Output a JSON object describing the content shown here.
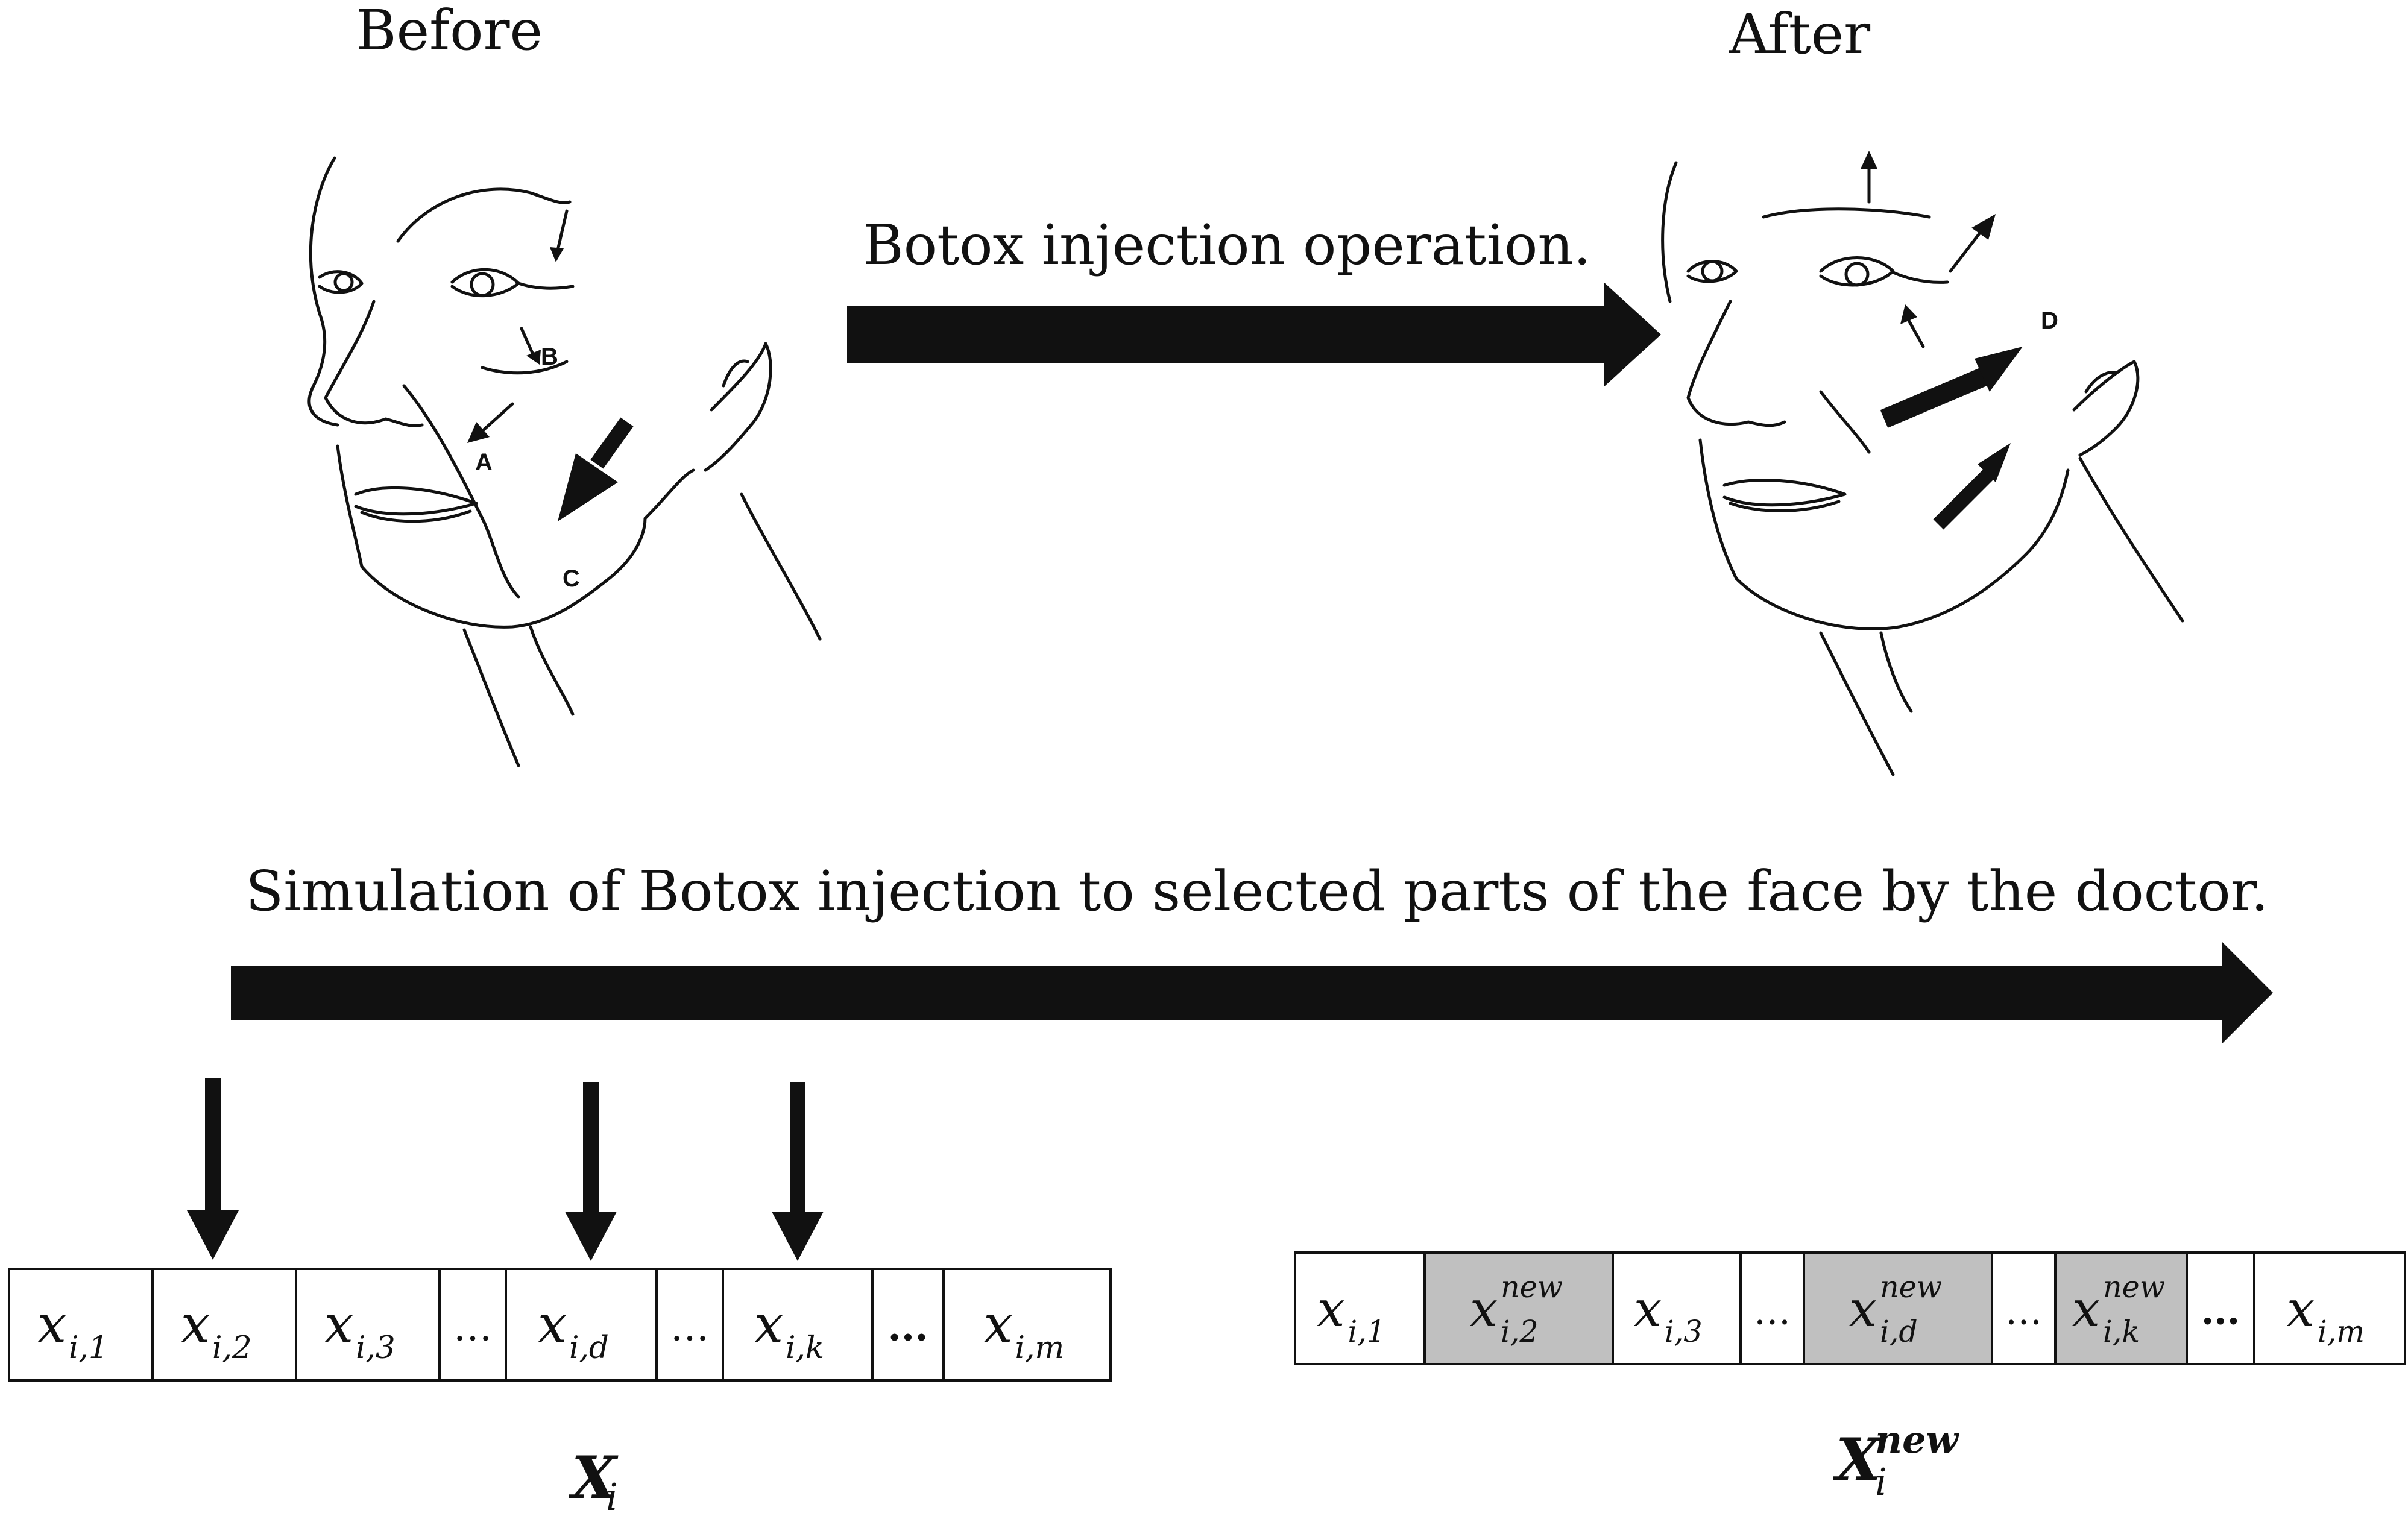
{
  "before_label": "Before",
  "after_label": "After",
  "injection_caption": "Botox injection operation.",
  "simulation_caption": "Simulation of Botox injection to selected parts of the face by the doctor.",
  "colors": {
    "ink": "#111111",
    "highlight": "#c0c0c0",
    "background": "#ffffff"
  },
  "face_marks_before": [
    "A",
    "B",
    "C"
  ],
  "face_marks_after": [
    "D"
  ],
  "vector_before": {
    "label_main": "X",
    "label_sub": "i",
    "cells": [
      {
        "base": "x",
        "sub": "i,1"
      },
      {
        "base": "x",
        "sub": "i,2"
      },
      {
        "base": "x",
        "sub": "i,3"
      },
      {
        "base": "…",
        "sub": ""
      },
      {
        "base": "x",
        "sub": "i,d"
      },
      {
        "base": "…",
        "sub": ""
      },
      {
        "base": "x",
        "sub": "i,k"
      },
      {
        "base": "...",
        "sub": ""
      },
      {
        "base": "x",
        "sub": "i,m"
      }
    ],
    "arrow_targets": [
      1,
      4,
      6
    ]
  },
  "vector_after": {
    "label_main": "X",
    "label_sub": "i",
    "label_sup": "new",
    "cells": [
      {
        "base": "x",
        "sub": "i,1",
        "sup": "",
        "highlight": false
      },
      {
        "base": "x",
        "sub": "i,2",
        "sup": "new",
        "highlight": true
      },
      {
        "base": "x",
        "sub": "i,3",
        "sup": "",
        "highlight": false
      },
      {
        "base": "…",
        "sub": "",
        "sup": "",
        "highlight": false
      },
      {
        "base": "x",
        "sub": "i,d",
        "sup": "new",
        "highlight": true
      },
      {
        "base": "…",
        "sub": "",
        "sup": "",
        "highlight": false
      },
      {
        "base": "x",
        "sub": "i,k",
        "sup": "new",
        "highlight": true
      },
      {
        "base": "...",
        "sub": "",
        "sup": "",
        "highlight": false
      },
      {
        "base": "x",
        "sub": "i,m",
        "sup": "",
        "highlight": false
      }
    ]
  }
}
